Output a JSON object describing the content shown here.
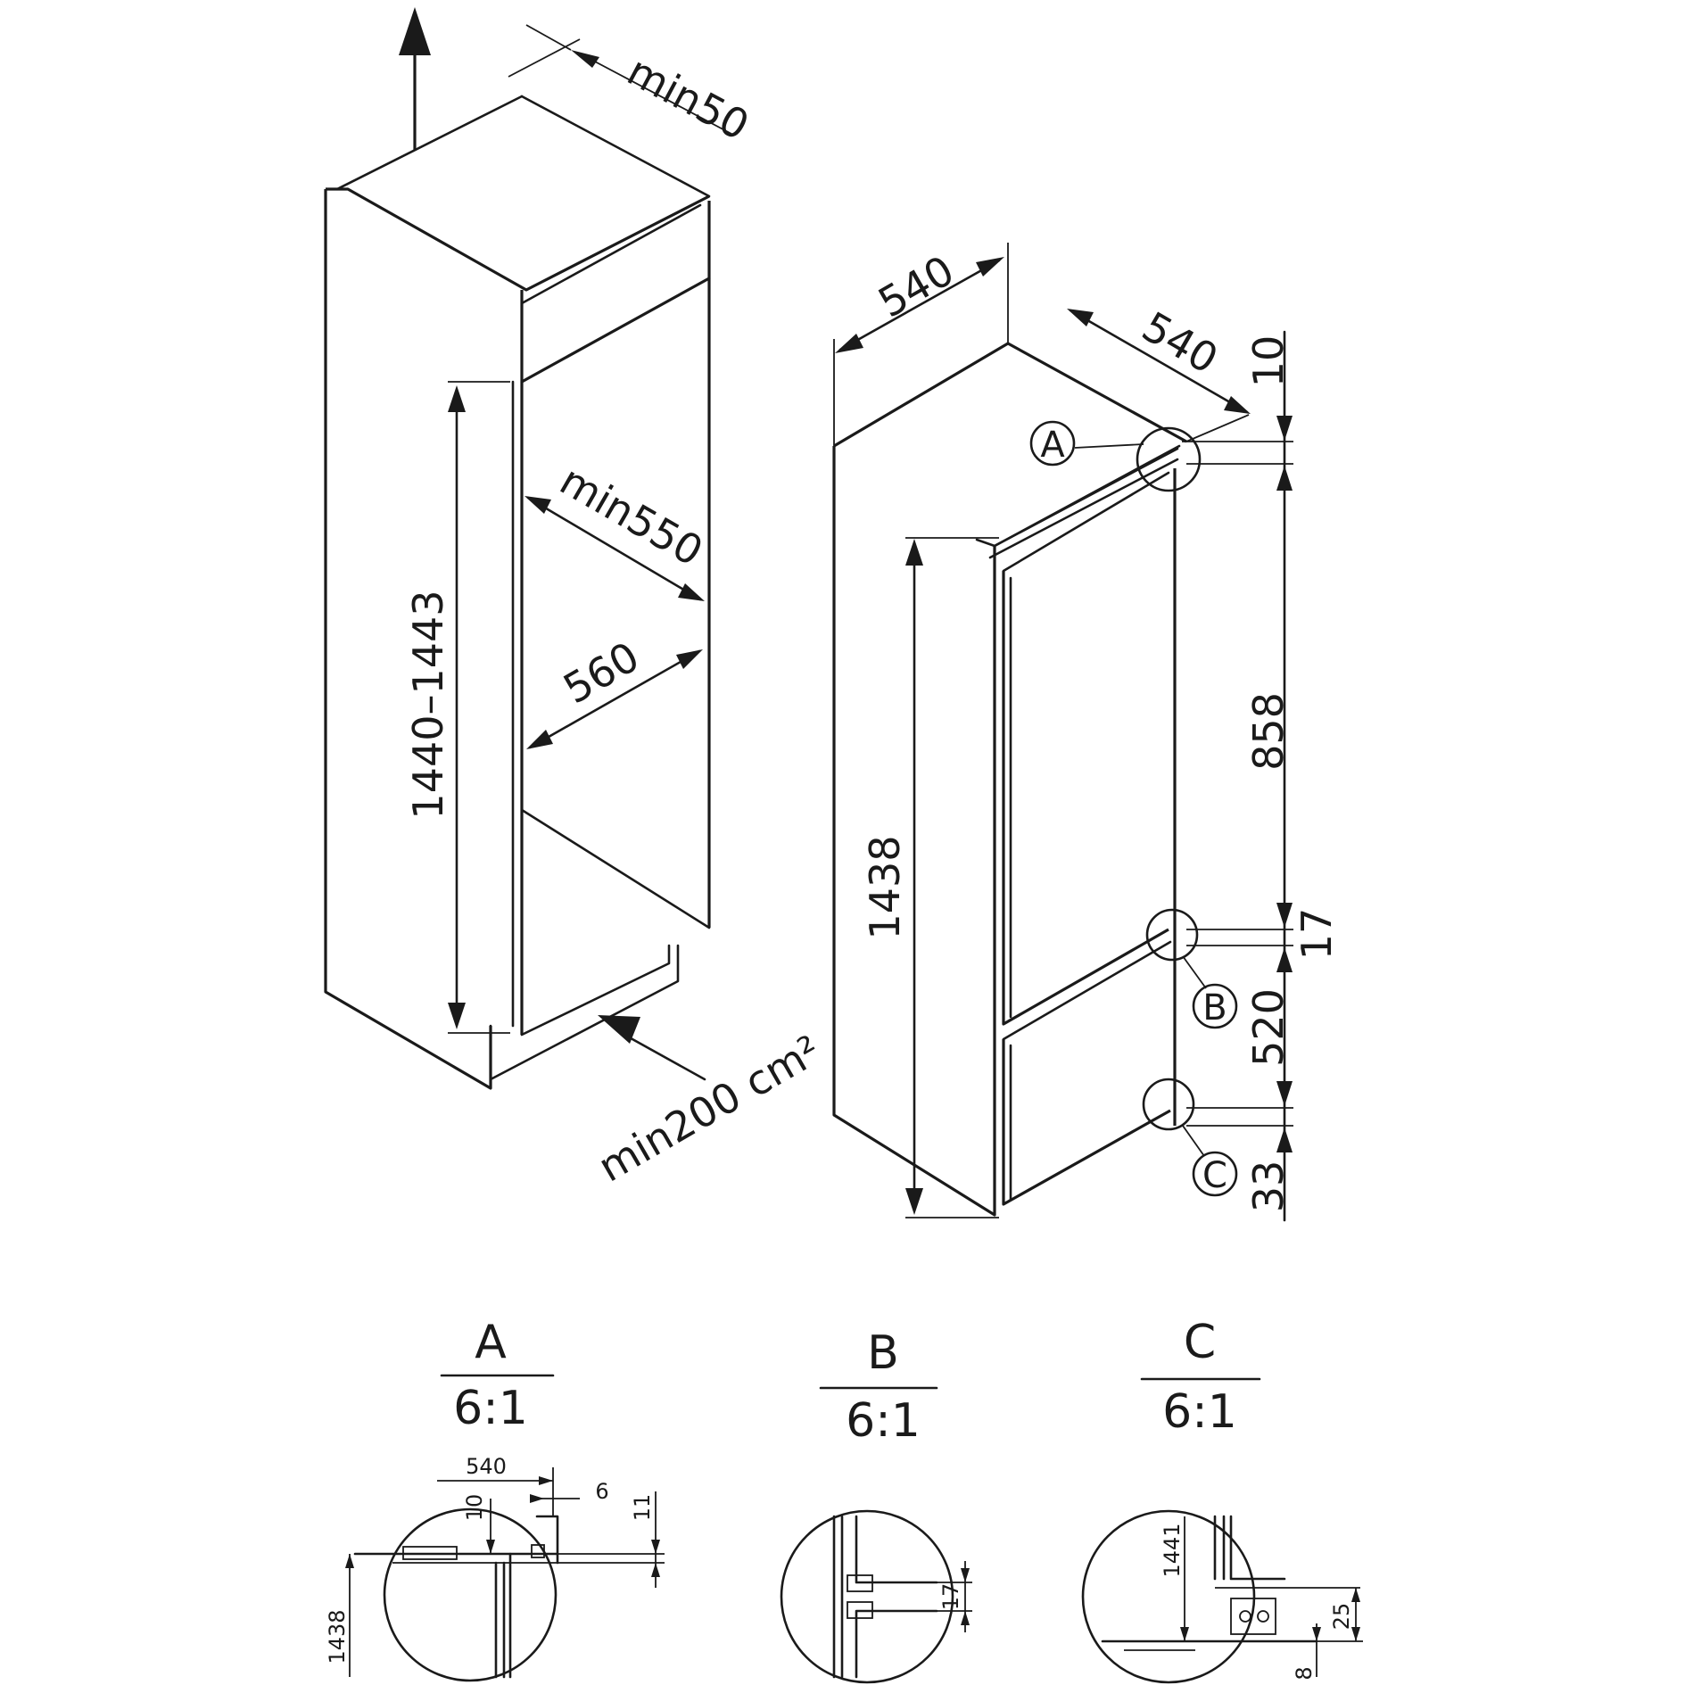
{
  "niche": {
    "min_top_clearance": "min50",
    "height_range": "1440–1443",
    "min_depth": "min550",
    "width": "560",
    "min_vent_area": "min200 cm²"
  },
  "appliance": {
    "width": "540",
    "depth": "540",
    "height": "1438",
    "top_gap": "10",
    "upper_door_height": "858",
    "door_gap": "17",
    "lower_door_height": "520",
    "bottom_offset": "33",
    "callouts": [
      "A",
      "B",
      "C"
    ]
  },
  "details": [
    {
      "letter": "A",
      "scale": "6:1",
      "dims": {
        "width": "540",
        "top": "10",
        "gap": "6",
        "rail": "11",
        "height": "1438"
      }
    },
    {
      "letter": "B",
      "scale": "6:1",
      "dims": {
        "gap": "17"
      }
    },
    {
      "letter": "C",
      "scale": "6:1",
      "dims": {
        "height": "1441",
        "hinge": "25",
        "bottom": "8"
      }
    }
  ]
}
